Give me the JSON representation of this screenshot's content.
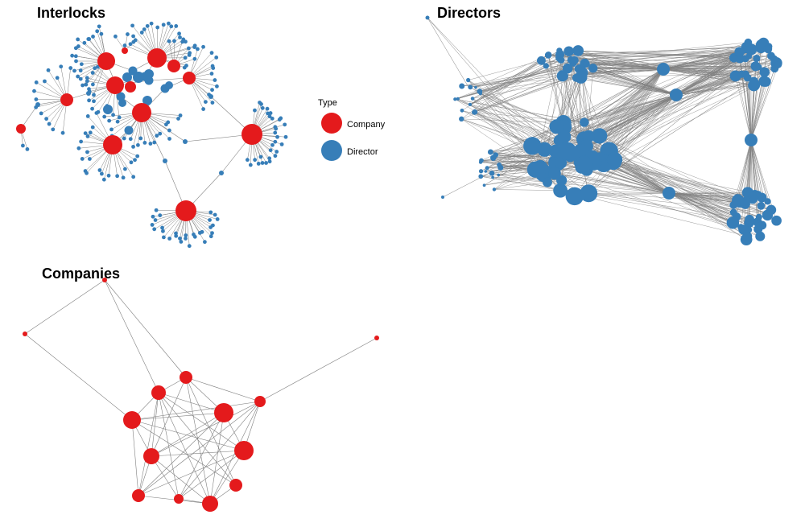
{
  "panels": {
    "interlocks": {
      "title": "Interlocks"
    },
    "directors": {
      "title": "Directors"
    },
    "companies": {
      "title": "Companies"
    }
  },
  "legend": {
    "title": "Type",
    "items": [
      {
        "label": "Company",
        "color": "#e41a1c"
      },
      {
        "label": "Director",
        "color": "#377eb8"
      }
    ]
  },
  "colors": {
    "company": "#e41a1c",
    "director": "#377eb8",
    "edge": "#808080"
  }
}
